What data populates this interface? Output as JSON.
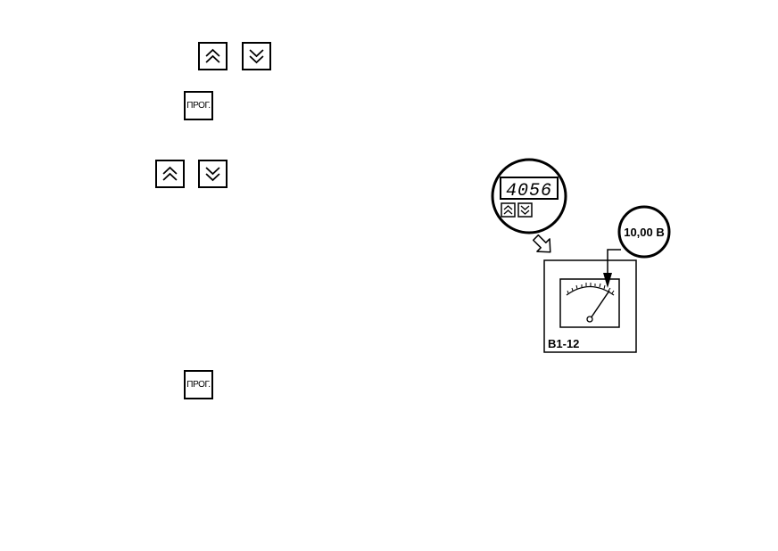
{
  "buttons": {
    "row1": {
      "up_icon": "double-chevron-up",
      "down_icon": "double-chevron-down"
    },
    "prog1": {
      "label": "ПРОГ."
    },
    "row2": {
      "up_icon": "double-chevron-up",
      "down_icon": "double-chevron-down"
    },
    "prog2": {
      "label": "ПРОГ."
    }
  },
  "illustration": {
    "display_value": "4056",
    "voltage_label": "10,00 В",
    "meter_label": "В1-12",
    "small_keys": {
      "up_icon": "double-chevron-up",
      "down_icon": "double-chevron-down"
    },
    "arrow_icon": "hollow-arrow-down-right"
  }
}
